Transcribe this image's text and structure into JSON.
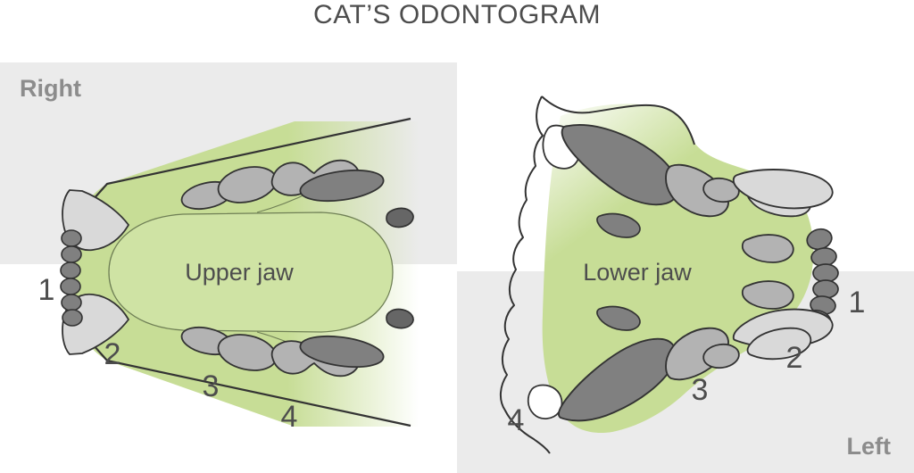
{
  "title": "CAT’S ODONTOGRAM",
  "sides": {
    "right_label": "Right",
    "left_label": "Left"
  },
  "diagrams": {
    "upper": {
      "label": "Upper jaw",
      "numbers": [
        "1",
        "2",
        "3",
        "4"
      ]
    },
    "lower": {
      "label": "Lower jaw",
      "numbers": [
        "1",
        "2",
        "3",
        "4"
      ]
    }
  },
  "legend_numbers": {
    "n1": "1",
    "n2": "2",
    "n3": "3",
    "n4": "4"
  },
  "colors": {
    "background": "#ffffff",
    "panel_gray": "#ebebeb",
    "jaw_green": "#c7dd96",
    "jaw_green_inner": "#cfe3a4",
    "tooth_light": "#d9d9d9",
    "tooth_mid": "#b3b3b3",
    "tooth_dark": "#808080",
    "outline": "#333333",
    "text_dark": "#4d4d4d",
    "text_gray": "#8c8c8c"
  }
}
